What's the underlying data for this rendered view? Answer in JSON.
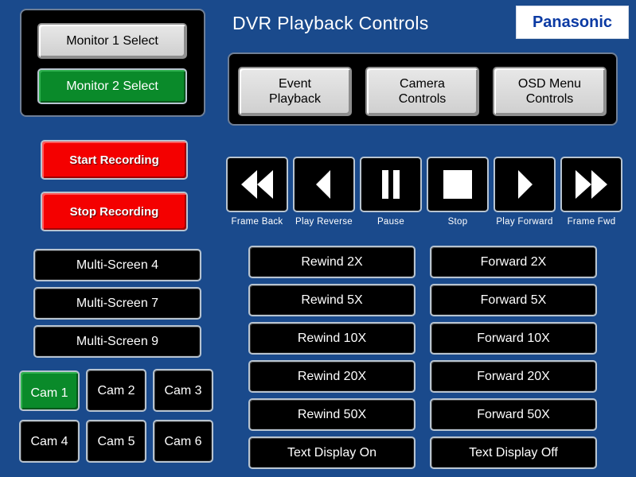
{
  "header": {
    "title": "DVR Playback Controls",
    "logo_text": "Panasonic"
  },
  "monitor": {
    "monitor1_label": "Monitor 1 Select",
    "monitor2_label": "Monitor 2 Select"
  },
  "menus": {
    "event_playback": "Event Playback",
    "camera_controls": "Camera Controls",
    "osd_menu_controls": "OSD Menu Controls"
  },
  "recording": {
    "start_label": "Start Recording",
    "stop_label": "Stop Recording"
  },
  "transport": {
    "frame_back": "Frame Back",
    "play_reverse": "Play Reverse",
    "pause": "Pause",
    "stop": "Stop",
    "play_forward": "Play Forward",
    "frame_fwd": "Frame Fwd"
  },
  "multiscreen": {
    "ms4": "Multi-Screen 4",
    "ms7": "Multi-Screen 7",
    "ms9": "Multi-Screen 9"
  },
  "cams": {
    "cam1": "Cam 1",
    "cam2": "Cam 2",
    "cam3": "Cam 3",
    "cam4": "Cam 4",
    "cam5": "Cam 5",
    "cam6": "Cam 6"
  },
  "speed": {
    "rewind_2x": "Rewind 2X",
    "rewind_5x": "Rewind 5X",
    "rewind_10x": "Rewind 10X",
    "rewind_20x": "Rewind 20X",
    "rewind_50x": "Rewind 50X",
    "forward_2x": "Forward 2X",
    "forward_5x": "Forward 5X",
    "forward_10x": "Forward 10X",
    "forward_20x": "Forward 20X",
    "forward_50x": "Forward 50X",
    "text_display_on": "Text Display On",
    "text_display_off": "Text Display Off"
  },
  "colors": {
    "background": "#1a4a8c",
    "active_green": "#0a8a2a",
    "record_red": "#f40000",
    "logo_blue": "#0b3aa3"
  }
}
